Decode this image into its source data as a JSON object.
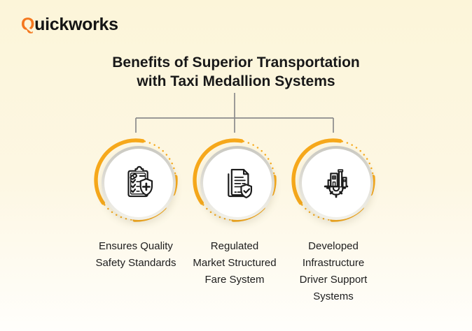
{
  "brand": {
    "logo_q": "Q",
    "logo_rest": "uickworks",
    "q_color": "#F4771E",
    "text_color": "#141414"
  },
  "title": {
    "line1": "Benefits of Superior Transportation",
    "line2": "with Taxi Medallion Systems"
  },
  "colors": {
    "background_top": "#FCF5D9",
    "background_bottom": "#FFFEFB",
    "arc_gold": "#F6A81B",
    "connector_gray": "#8B8B8B",
    "icon_stroke": "#1B1B1B",
    "disc_ring_gray": "#D6D4CC"
  },
  "benefits": [
    {
      "icon": "clipboard-medical-shield-icon",
      "lines": [
        "Ensures Quality",
        "Safety Standards"
      ]
    },
    {
      "icon": "document-shield-check-icon",
      "lines": [
        "Regulated",
        "Market Structured",
        "Fare System"
      ]
    },
    {
      "icon": "factory-gear-icon",
      "lines": [
        "Developed",
        "Infrastructure",
        "Driver Support",
        "Systems"
      ]
    }
  ]
}
